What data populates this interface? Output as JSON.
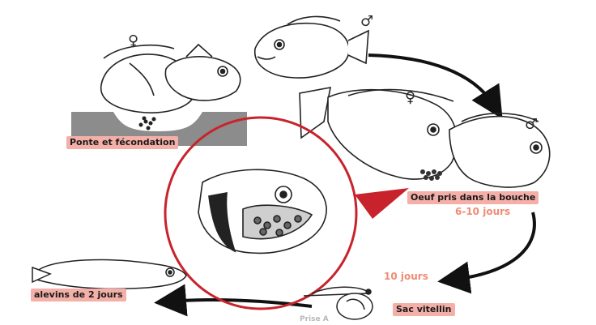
{
  "colors": {
    "accent": "#c8232c",
    "label_bg": "#f4b0a8",
    "duration_text": "#f08c74",
    "nest": "#8c8c8c"
  },
  "stages": {
    "spawning": {
      "label": "Ponte et fécondation",
      "female_symbol": "♀"
    },
    "male": {
      "male_symbol": "♂"
    },
    "mouthbrooding": {
      "label": "Oeuf pris dans la bouche",
      "duration": "6-10 jours",
      "female_symbol": "♀",
      "male_symbol": "♂"
    },
    "yolk_sac": {
      "label": "Sac vitellin",
      "duration": "10 jours",
      "cropped_text": "Prise A"
    },
    "fry": {
      "label": "alevins de 2 jours"
    }
  },
  "icons": [
    "female-symbol-icon",
    "male-symbol-icon",
    "cycle-arrow-icon",
    "magnifier-circle-icon"
  ]
}
